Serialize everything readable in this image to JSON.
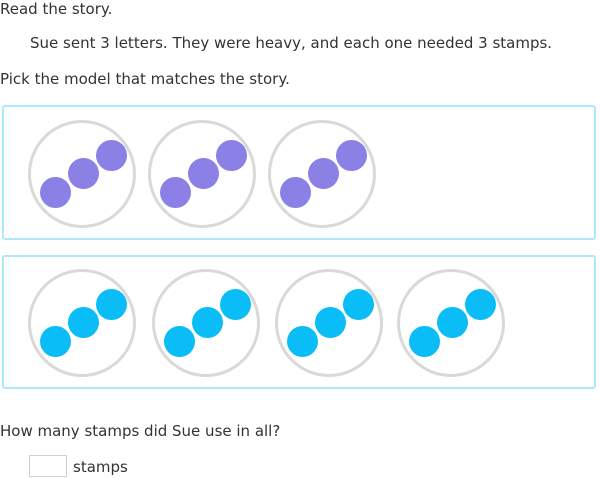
{
  "instructions": {
    "read_prompt": "Read the story.",
    "story": "Sue sent 3 letters. They were heavy, and each one needed 3 stamps.",
    "pick_prompt": "Pick the model that matches the story."
  },
  "options": [
    {
      "label": "model-a",
      "groups": 3,
      "dots_per_group": 3,
      "dot_color": "#8b80e6"
    },
    {
      "label": "model-b",
      "groups": 4,
      "dots_per_group": 3,
      "dot_color": "#0abdf7"
    }
  ],
  "question": {
    "text": "How many stamps did Sue use in all?",
    "answer_value": "",
    "unit": "stamps"
  },
  "colors": {
    "option_border": "#aee8fb",
    "group_outline": "#d9d9d9",
    "text": "#333333"
  }
}
